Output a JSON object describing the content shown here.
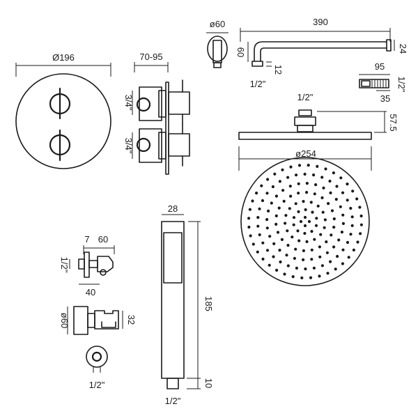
{
  "labels": {
    "valve_diameter": "Ø196",
    "valve_depth": "70-95",
    "inlet_top": "3/4\"",
    "inlet_bottom": "3/4\"",
    "arm_flange_diameter": "ø60",
    "arm_length": "390",
    "arm_height": "60",
    "arm_thread_len": "12",
    "arm_thread": "1/2\"",
    "arm_end": "24",
    "connector_length": "95",
    "connector_thread": "1/2\"",
    "connector_depth": "35",
    "head_thread": "1/2\"",
    "head_height": "57.5",
    "head_diameter": "ø254",
    "handset_width": "28",
    "handset_length": "185",
    "handset_base": "10",
    "handset_thread": "1/2\"",
    "outlet_offset": "7",
    "outlet_width": "60",
    "outlet_thread": "1/2\"",
    "outlet_depth": "40",
    "outlet_diameter": "ø60",
    "outlet_height": "32",
    "outlet_front_thread": "1/2\""
  }
}
